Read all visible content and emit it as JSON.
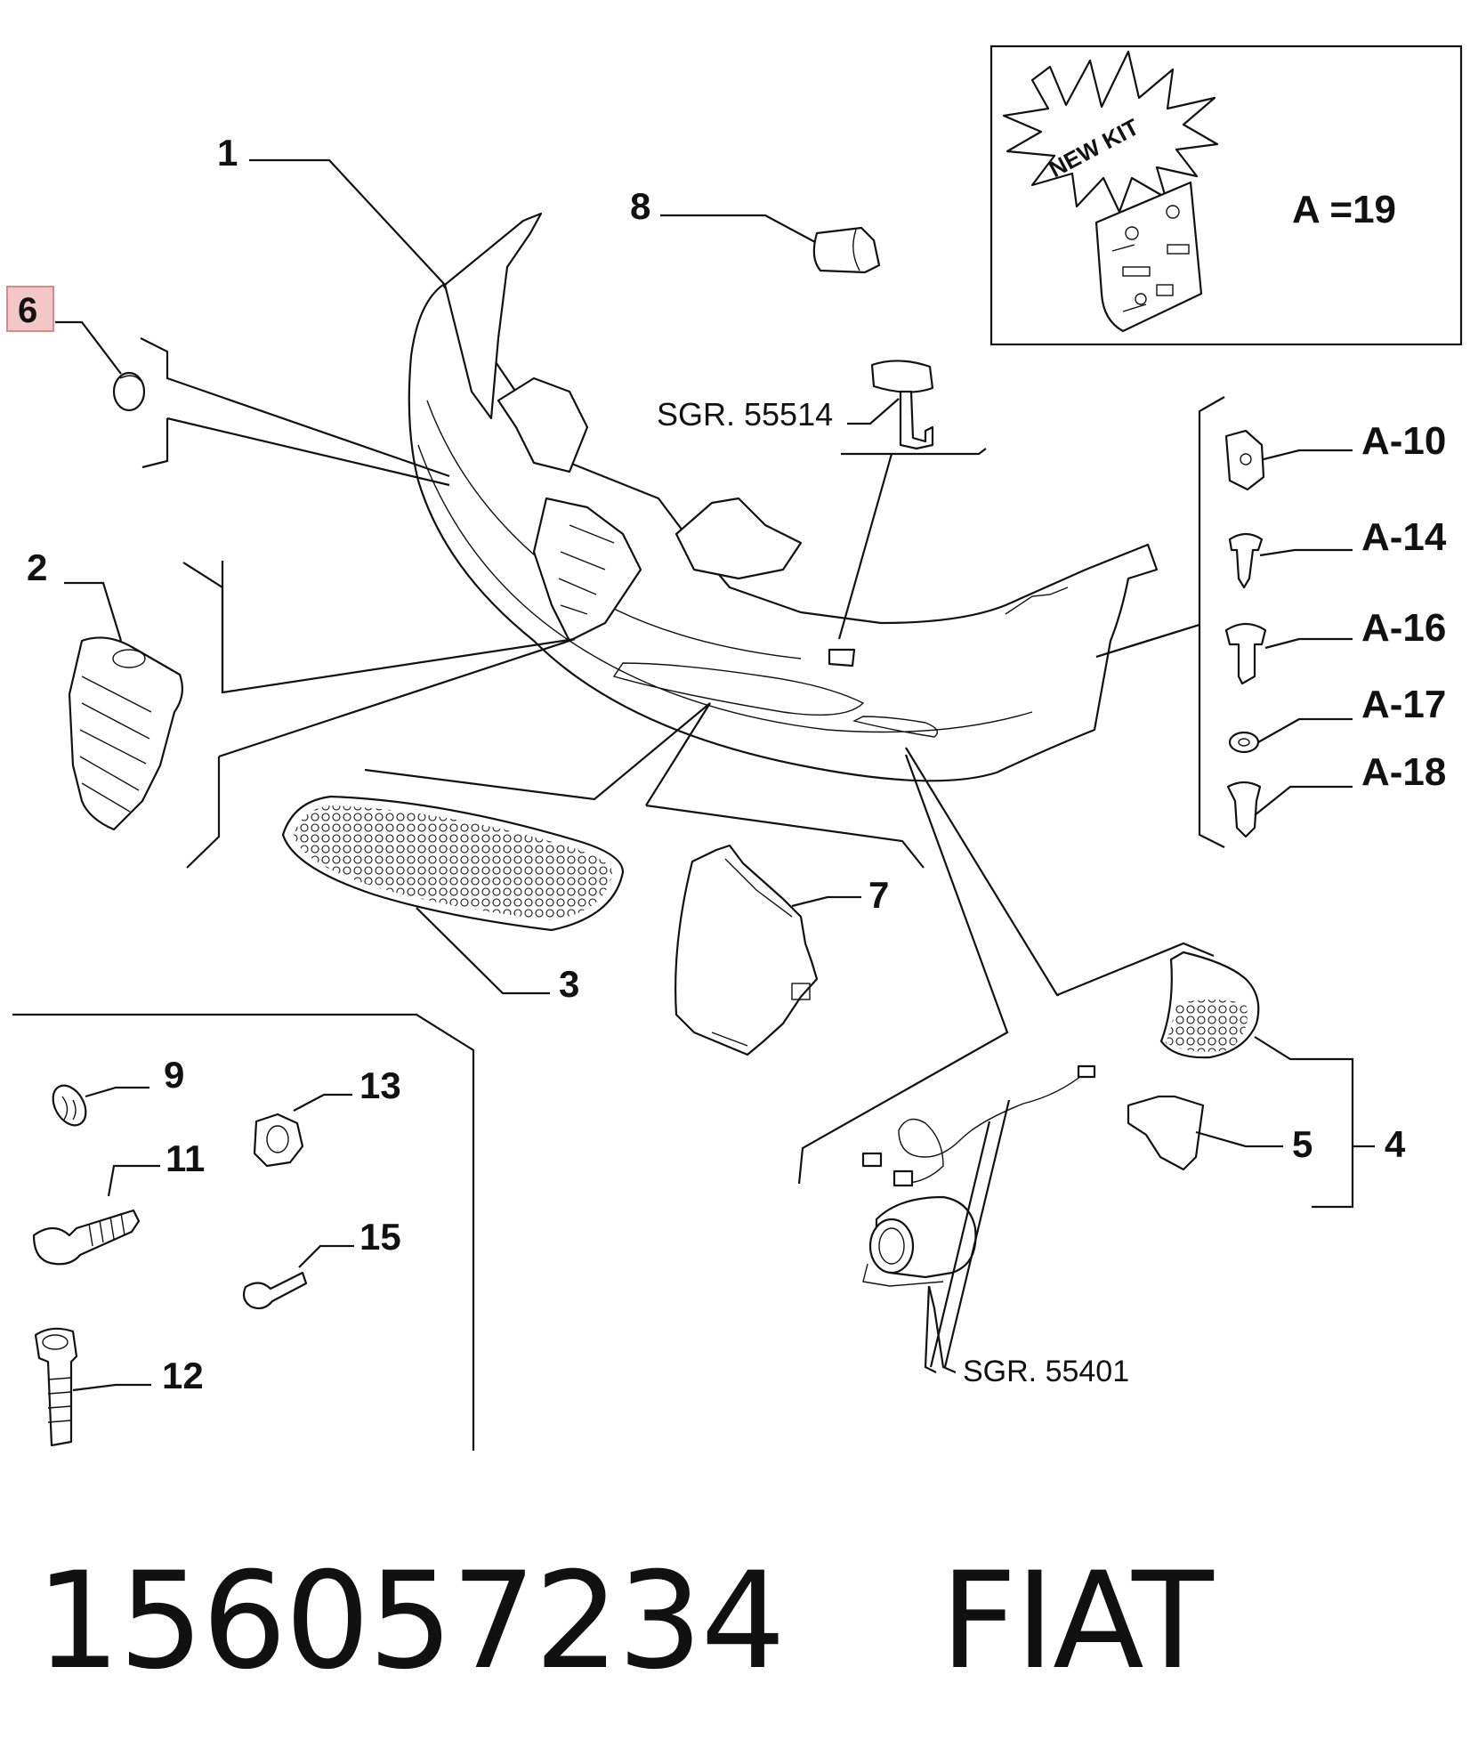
{
  "callouts": {
    "c1": "1",
    "c2": "2",
    "c3": "3",
    "c4": "4",
    "c5": "5",
    "c6": "6",
    "c7": "7",
    "c8": "8",
    "c9": "9",
    "c11": "11",
    "c12": "12",
    "c13": "13",
    "c15": "15"
  },
  "kit": {
    "badge": "NEW KIT",
    "label": "A =19"
  },
  "fasteners": {
    "a10": "A-10",
    "a14": "A-14",
    "a16": "A-16",
    "a17": "A-17",
    "a18": "A-18"
  },
  "references": {
    "washer_nozzle": "SGR. 55514",
    "fog_lamp": "SGR. 55401"
  },
  "highlight": {
    "label": "6",
    "color": "#f4c7c7",
    "border": "#d88a8a"
  },
  "footer": {
    "part_number": "156057234",
    "brand": "FIAT"
  }
}
